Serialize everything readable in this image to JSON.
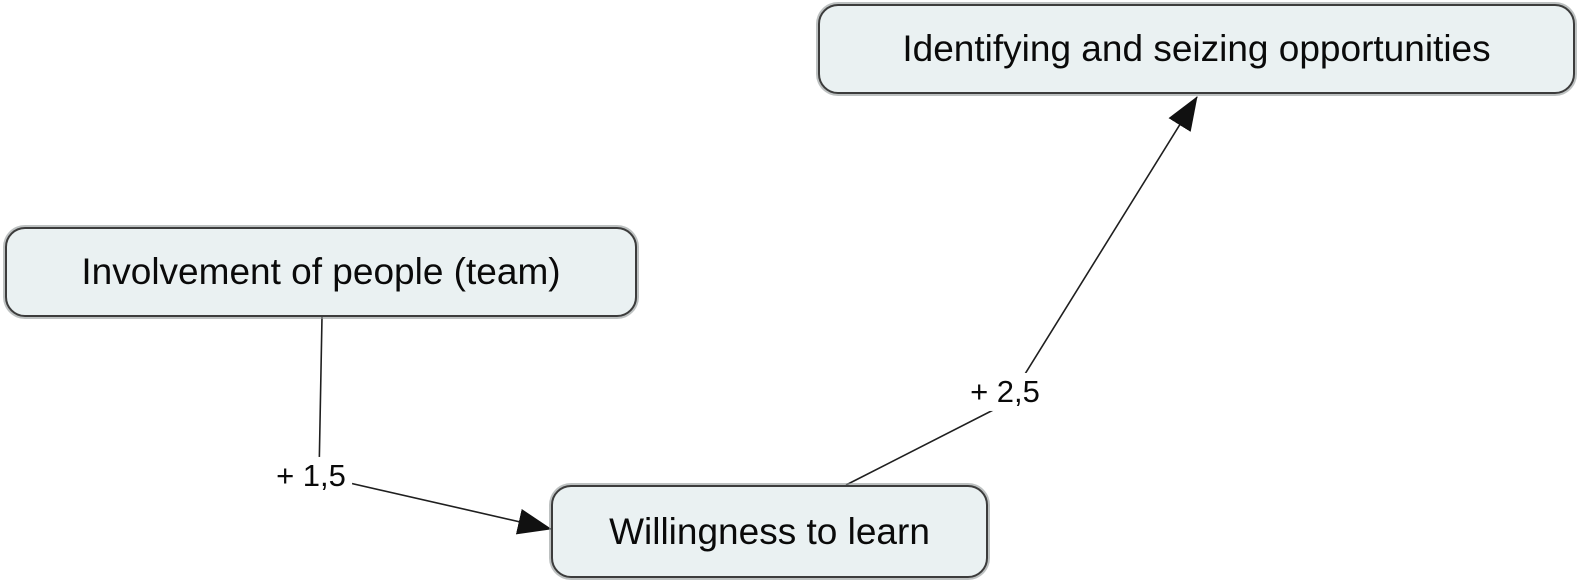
{
  "diagram": {
    "title": "concept map",
    "nodes": [
      {
        "id": "identifying",
        "label": "Identifying and seizing opportunities"
      },
      {
        "id": "involvement",
        "label": "Involvement of people (team)"
      },
      {
        "id": "willingness",
        "label": "Willingness to learn"
      }
    ],
    "edges": [
      {
        "from": "involvement",
        "to": "willingness",
        "label": "+ 1,5"
      },
      {
        "from": "willingness",
        "to": "identifying",
        "label": "+ 2,5"
      }
    ],
    "colors": {
      "node_fill": "#eaf1f2",
      "node_border": "#3c3c3c",
      "node_halo": "#919898",
      "edge_line": "#1f1f1f",
      "arrowhead": "#111111",
      "background": "#ffffff",
      "text": "#0a0a0a"
    }
  }
}
